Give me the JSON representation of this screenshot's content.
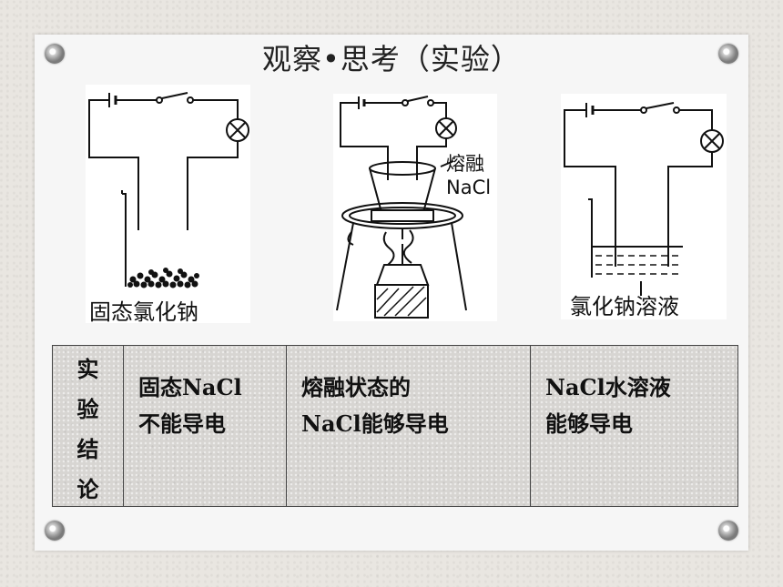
{
  "title": "观察•思考（实验）",
  "experiments": [
    {
      "caption": "固态氯化钠"
    },
    {
      "label_line1": "熔融",
      "label_line2": "NaCl"
    },
    {
      "caption": "氯化钠溶液"
    }
  ],
  "table": {
    "header": [
      "实",
      "验",
      "结",
      "论"
    ],
    "cells": [
      {
        "line1": "固态NaCl",
        "line2": "不能导电"
      },
      {
        "line1": "熔融状态的",
        "line2": "NaCl能够导电"
      },
      {
        "line1": "NaCl水溶液",
        "line2": "能够导电"
      }
    ]
  }
}
